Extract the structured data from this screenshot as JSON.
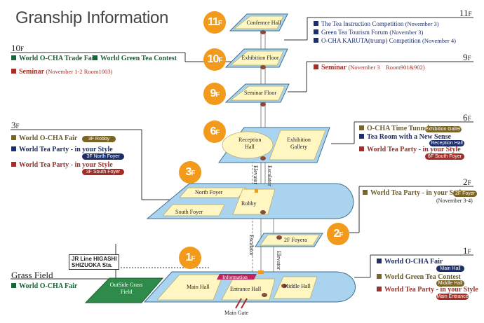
{
  "title": "Granship Information",
  "badges": {
    "f11": {
      "num": "11",
      "unit": "F"
    },
    "f10": {
      "num": "10",
      "unit": "F"
    },
    "f9": {
      "num": "9",
      "unit": "F"
    },
    "f6": {
      "num": "6",
      "unit": "F"
    },
    "f3": {
      "num": "3",
      "unit": "F"
    },
    "f2": {
      "num": "2",
      "unit": "F"
    },
    "f1": {
      "num": "1",
      "unit": "F"
    }
  },
  "levels": {
    "f11": {
      "num": "11",
      "unit": "F"
    },
    "f10": {
      "num": "10",
      "unit": "F"
    },
    "f9": {
      "num": "9",
      "unit": "F"
    },
    "f6": {
      "num": "6",
      "unit": "F"
    },
    "f3": {
      "num": "3",
      "unit": "F"
    },
    "f2": {
      "num": "2",
      "unit": "F"
    },
    "f1": {
      "num": "1",
      "unit": "F"
    }
  },
  "rooms": {
    "conference_hall": "Confernce Hall",
    "exhibition_floor": "Exhibition Floor",
    "seminar_floor": "Seminar Floor",
    "reception_hall": "Reception Hall",
    "exhibition_gallery": "Exhibition Gallery",
    "north_foyer": "North Foyer",
    "south_foyer": "South Foyer",
    "robby": "Robby",
    "foyera_2f": "2F Foyera",
    "main_hall": "Main Hall",
    "entrance_hall": "Entrance Hall",
    "middle_hall": "Middle Hall",
    "information": "Information",
    "outside_grass_field": "OutSide Grass Field",
    "main_gate": "Main Gate"
  },
  "vertical_labels": {
    "elevator": "Elevator",
    "escalator": "Escalator"
  },
  "station": {
    "line1": "JR Line HIGASHI",
    "line2": "SHIZUOKA Sta."
  },
  "grass_field_label": "Grass Field",
  "events": {
    "f11": [
      {
        "name": "The Tea Instruction Competition",
        "note": "(November 3)"
      },
      {
        "name": "Green Tea Tourism Forum",
        "note": "(November 3)"
      },
      {
        "name": "O-CHA KARUTA(trump) Competition",
        "note": "(November 4)"
      }
    ],
    "f10": [
      {
        "name": "World O-CHA Trade Fair"
      },
      {
        "name": "World Green Tea Contest"
      },
      {
        "name": "Seminar",
        "note": "(November 1-2 Room1003)"
      }
    ],
    "f9": [
      {
        "name": "Seminar",
        "note": "(November 3　Room901&902)"
      }
    ],
    "f6": [
      {
        "name": "O-CHA Time Tunnel",
        "tag": "Exhibition Gallery"
      },
      {
        "name": "Tea Room with a New Sense",
        "tag": "Reception Hall"
      },
      {
        "name": "World Tea Party - in your Style",
        "tag": "6F South Foyer"
      }
    ],
    "f3": [
      {
        "name": "World O-CHA Fair",
        "tag": "3F Robby"
      },
      {
        "name": "World Tea Party - in your Style",
        "tag": "3F North Foyer"
      },
      {
        "name": "World Tea Party - in your Style",
        "tag": "3F South Foyer"
      }
    ],
    "f2": [
      {
        "name": "World Tea Party - in your Style",
        "tag": "2F Foyer",
        "note": "(November 3-4)"
      }
    ],
    "f1": [
      {
        "name": "World O-CHA Fair",
        "tag": "Main Hall"
      },
      {
        "name": "World Green Tea Contest",
        "tag": "Middle Hall"
      },
      {
        "name": "World Tea Party - in your Style",
        "tag": "Main Entrance"
      }
    ],
    "grass": [
      {
        "name": "World O-CHA Fair"
      }
    ]
  },
  "colors": {
    "badge": "#f19a1c",
    "floor_blue": "#a9d3ee",
    "room_yellow": "#fff6c2",
    "grass_green": "#2e8b4a",
    "info_magenta": "#c0245e",
    "green": "#19643a",
    "olive": "#7a6426",
    "blue": "#1d2f6b",
    "red": "#a12f28"
  }
}
